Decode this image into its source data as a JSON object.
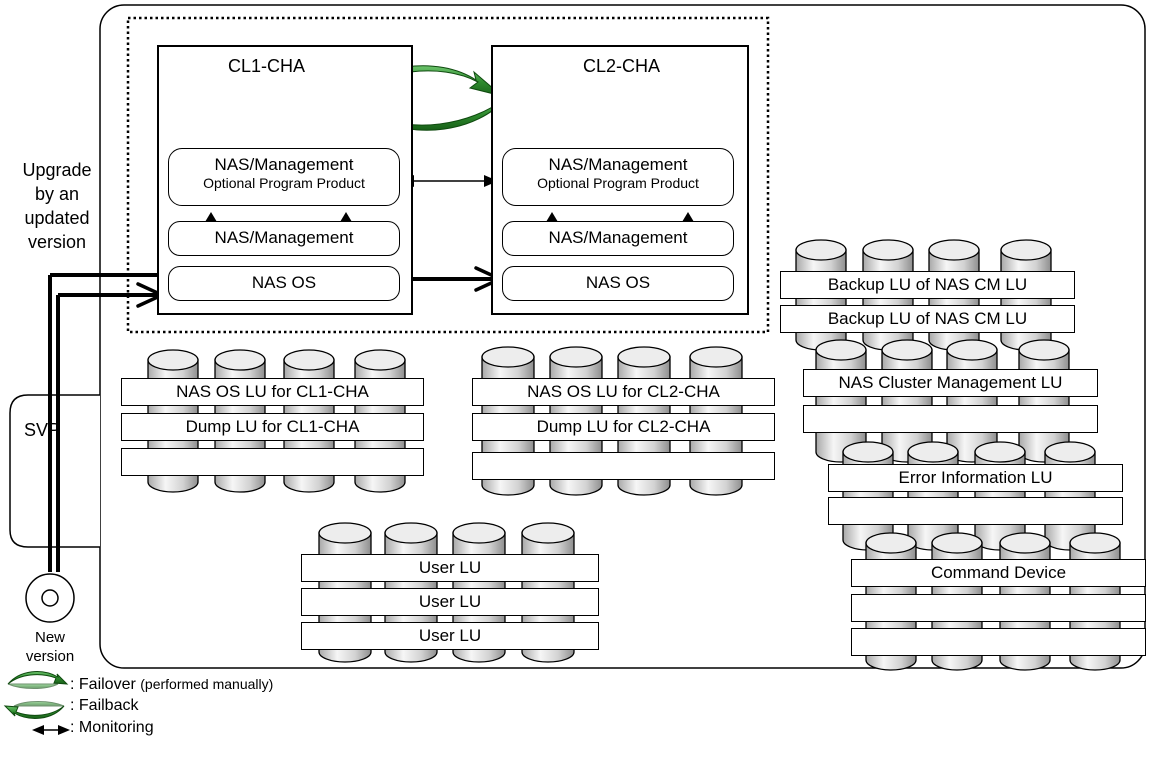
{
  "cluster": {
    "cl1_title": "CL1-CHA",
    "cl2_title": "CL2-CHA",
    "opt_main": "NAS/Management",
    "opt_sub": "Optional Program Product",
    "mgmt": "NAS/Management",
    "os": "NAS OS"
  },
  "left_note": {
    "line1": "Upgrade",
    "line2": "by an",
    "line3": "updated",
    "line4": "version"
  },
  "svp": "SVP",
  "media": {
    "line1": "New",
    "line2": "version"
  },
  "lu": {
    "cl1_os": "NAS OS LU for CL1-CHA",
    "cl1_dump": "Dump LU for CL1-CHA",
    "cl2_os": "NAS OS LU for CL2-CHA",
    "cl2_dump": "Dump LU for CL2-CHA",
    "user": [
      "User LU",
      "User LU",
      "User LU"
    ],
    "backup": [
      "Backup LU of NAS CM LU",
      "Backup LU of NAS CM LU"
    ],
    "cluster_mgmt": "NAS Cluster Management LU",
    "error_info": "Error Information LU",
    "command_device": "Command Device"
  },
  "legend": {
    "failover": ": Failover",
    "failover_note": "(performed manually)",
    "failback": ": Failback",
    "monitoring": ": Monitoring"
  },
  "colors": {
    "arrow_green": "#1f7a1f",
    "arrow_green_light": "#5fb35f",
    "disk_light": "#f4f4f4",
    "disk_dark": "#9a9a9a"
  }
}
